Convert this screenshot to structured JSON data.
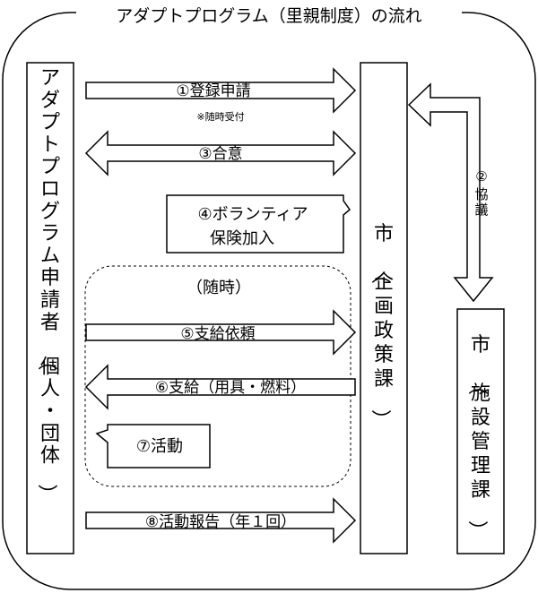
{
  "title": "アダプトプログラム（里親制度）の流れ",
  "boxes": {
    "applicant": "アダプトプログラム申請者（個人・団体）",
    "city_planning": "市（企画政策課）",
    "city_facility": "市（施設管理課）"
  },
  "steps": {
    "s1": "①登録申請",
    "s1_note": "※随時受付",
    "s2_num": "②",
    "s2_label": "協議",
    "s3": "③合意",
    "s4_line1": "④ボランティア",
    "s4_line2": "保険加入",
    "anytime": "（随時）",
    "s5": "⑤支給依頼",
    "s6": "⑥支給（用具・燃料）",
    "s7": "⑦活動",
    "s8": "⑧活動報告（年１回）"
  }
}
